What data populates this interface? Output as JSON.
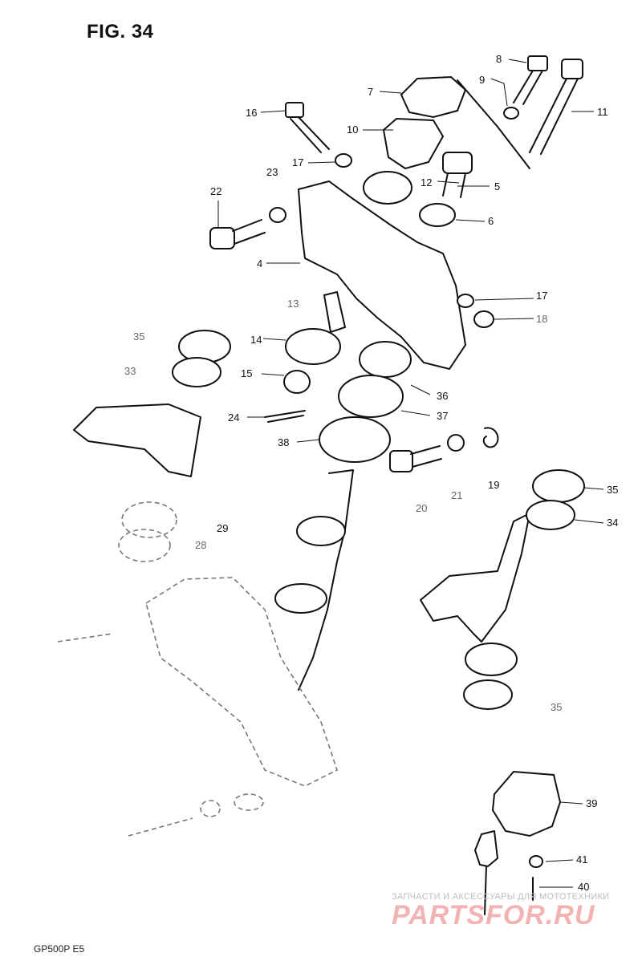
{
  "figure": {
    "title": "FIG. 34",
    "footer_code": "GP500P E5"
  },
  "callouts": [
    {
      "id": "c8",
      "text": "8"
    },
    {
      "id": "c9",
      "text": "9"
    },
    {
      "id": "c7",
      "text": "7"
    },
    {
      "id": "c16",
      "text": "16"
    },
    {
      "id": "c11",
      "text": "11"
    },
    {
      "id": "c10",
      "text": "10"
    },
    {
      "id": "c17a",
      "text": "17"
    },
    {
      "id": "c23",
      "text": "23"
    },
    {
      "id": "c12",
      "text": "12"
    },
    {
      "id": "c5",
      "text": "5"
    },
    {
      "id": "c22",
      "text": "22"
    },
    {
      "id": "c6",
      "text": "6"
    },
    {
      "id": "c4",
      "text": "4"
    },
    {
      "id": "c17b",
      "text": "17"
    },
    {
      "id": "c13",
      "text": "13"
    },
    {
      "id": "c18",
      "text": "18"
    },
    {
      "id": "c35a",
      "text": "35"
    },
    {
      "id": "c14",
      "text": "14"
    },
    {
      "id": "c33",
      "text": "33"
    },
    {
      "id": "c15",
      "text": "15"
    },
    {
      "id": "c36",
      "text": "36"
    },
    {
      "id": "c24",
      "text": "24"
    },
    {
      "id": "c37",
      "text": "37"
    },
    {
      "id": "c38",
      "text": "38"
    },
    {
      "id": "c19",
      "text": "19"
    },
    {
      "id": "c21",
      "text": "21"
    },
    {
      "id": "c20",
      "text": "20"
    },
    {
      "id": "c35b",
      "text": "35"
    },
    {
      "id": "c34",
      "text": "34"
    },
    {
      "id": "c29",
      "text": "29"
    },
    {
      "id": "c28",
      "text": "28"
    },
    {
      "id": "c35c",
      "text": "35"
    },
    {
      "id": "c39",
      "text": "39"
    },
    {
      "id": "c41",
      "text": "41"
    },
    {
      "id": "c40",
      "text": "40"
    }
  ],
  "watermark": {
    "top_text": "ЗАПЧАСТИ И АКСЕССУАРЫ ДЛЯ МОТОТЕХНИКИ",
    "logo_text": "PARTSFOR.RU",
    "color": "#f2b3b3"
  }
}
